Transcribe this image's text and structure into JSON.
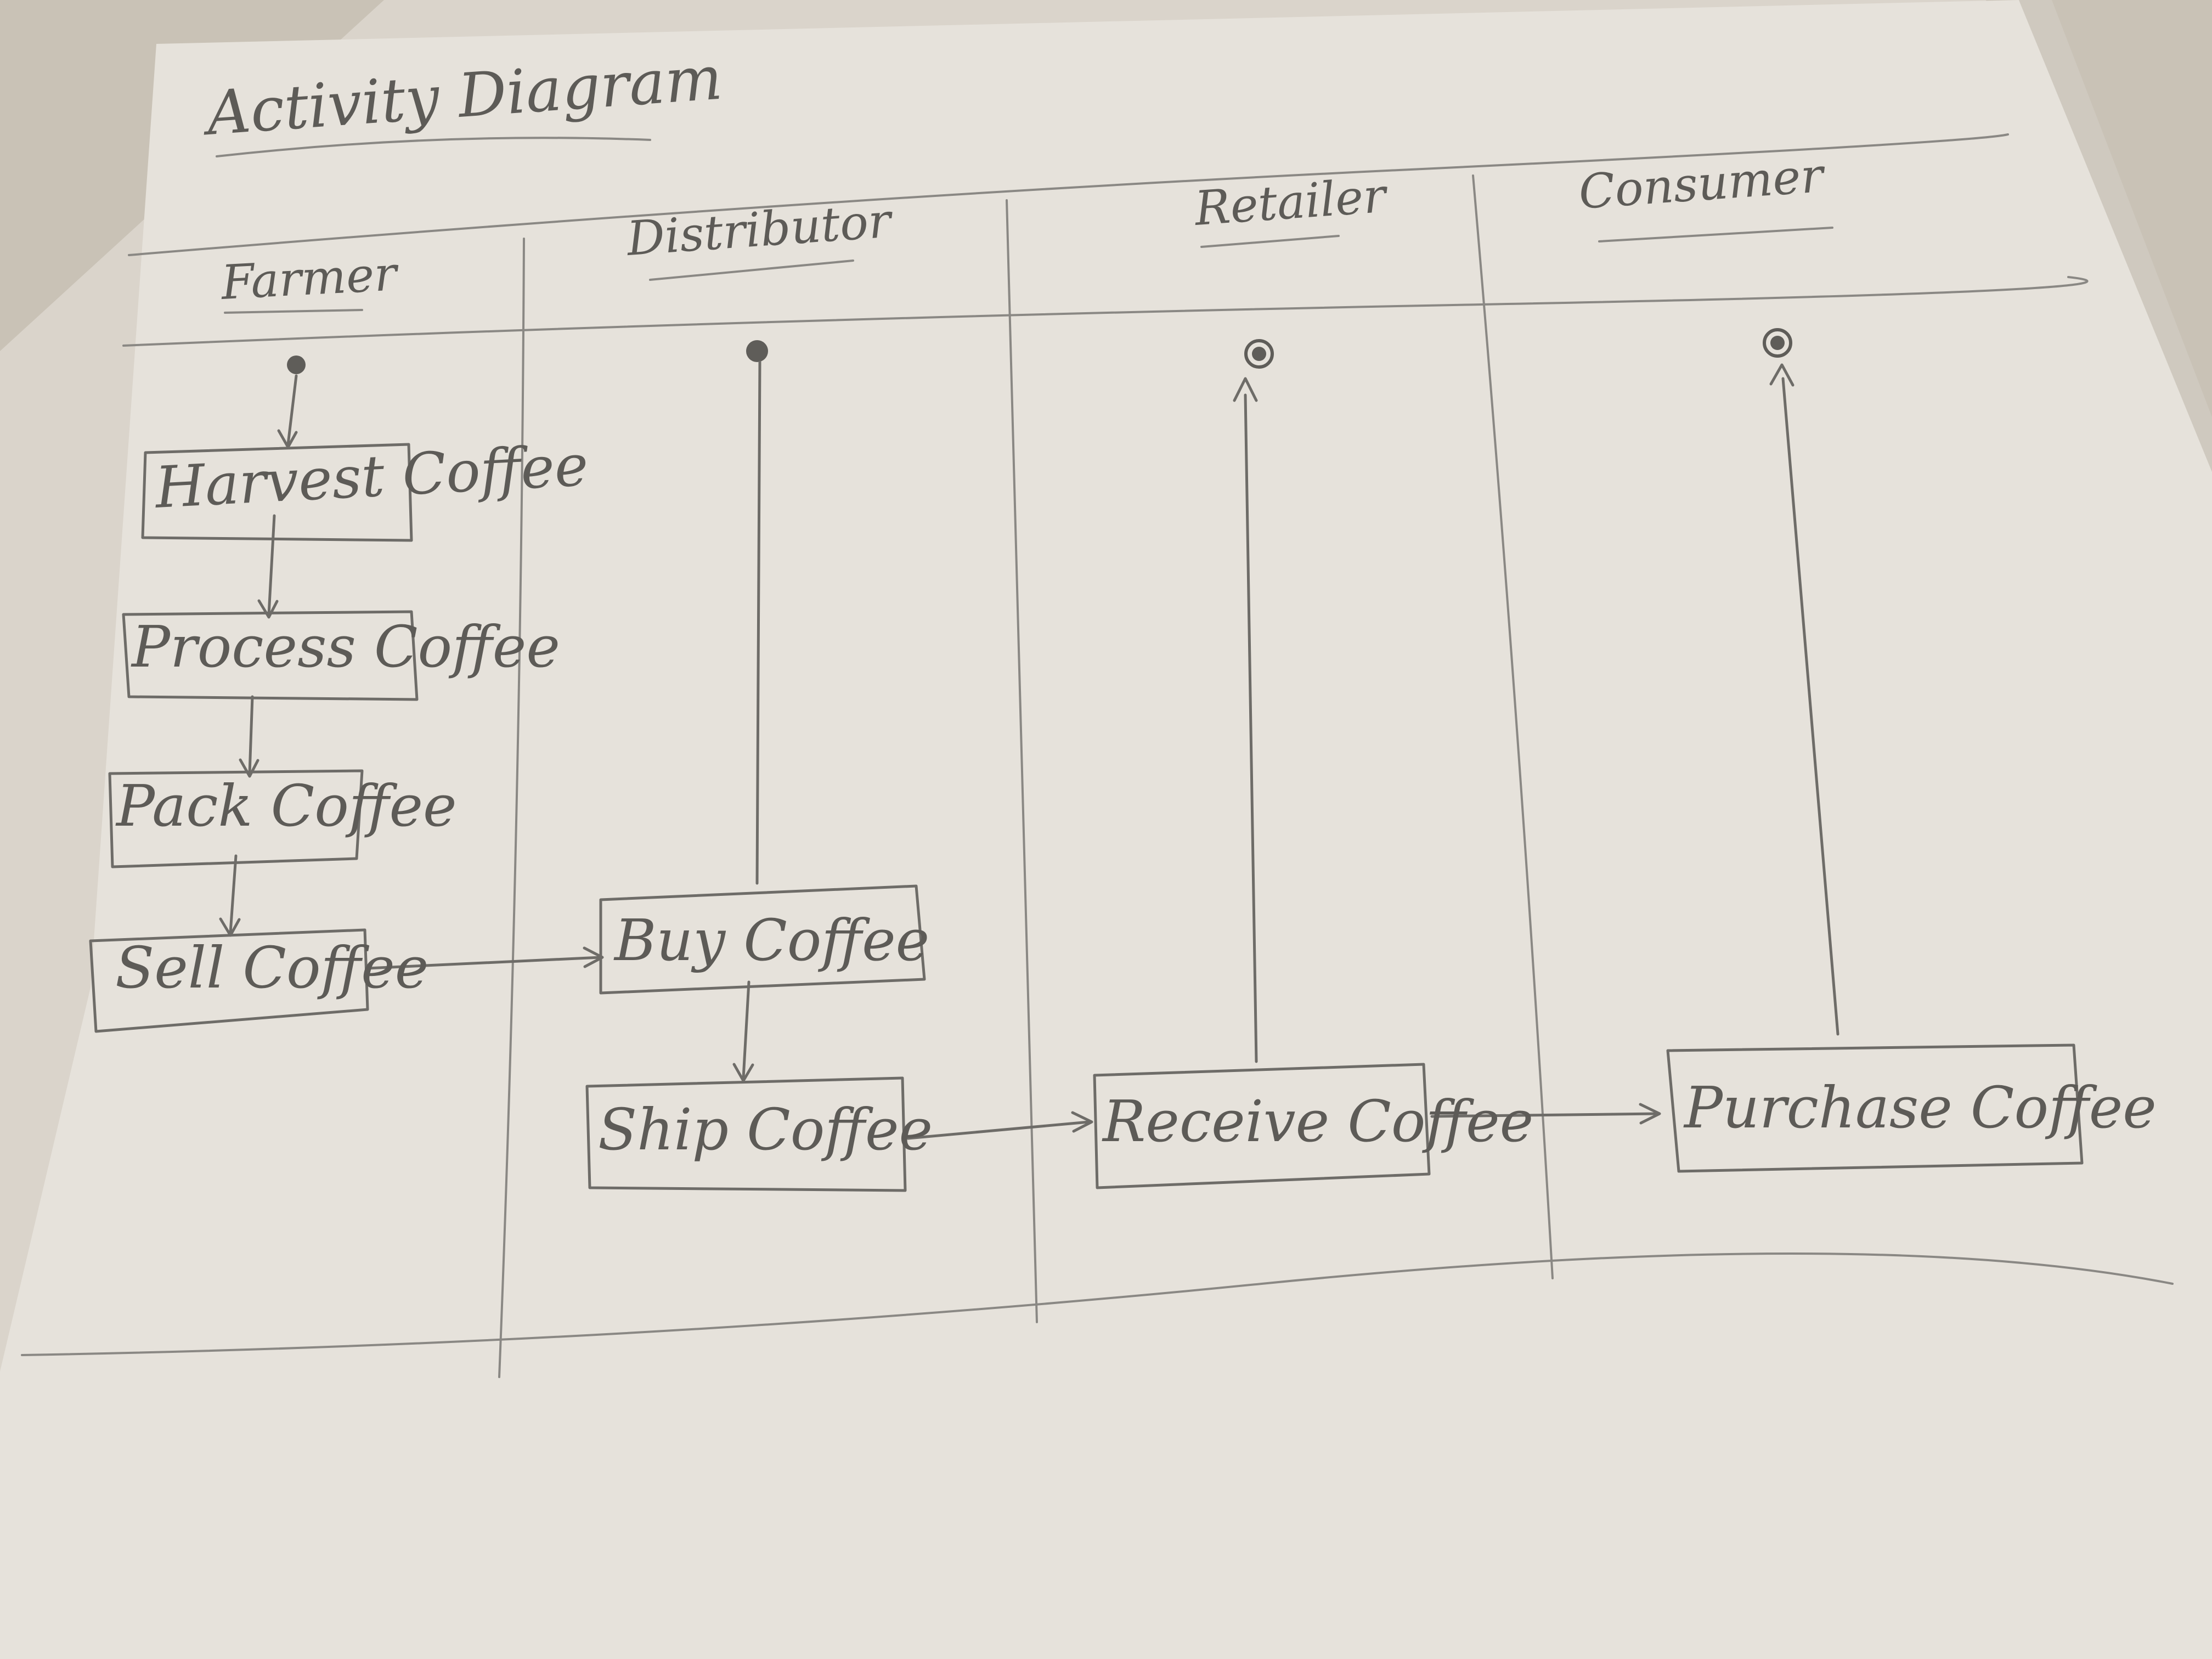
{
  "diagram": {
    "title": "Activity Diagram",
    "lanes": [
      {
        "id": "farmer",
        "label": "Farmer"
      },
      {
        "id": "distributor",
        "label": "Distributor"
      },
      {
        "id": "retailer",
        "label": "Retailer"
      },
      {
        "id": "consumer",
        "label": "Consumer"
      }
    ],
    "activities": [
      {
        "id": "harvest",
        "lane": "farmer",
        "label": "Harvest Coffee"
      },
      {
        "id": "process",
        "lane": "farmer",
        "label": "Process Coffee"
      },
      {
        "id": "pack",
        "lane": "farmer",
        "label": "Pack Coffee"
      },
      {
        "id": "sell",
        "lane": "farmer",
        "label": "Sell Coffee"
      },
      {
        "id": "buy",
        "lane": "distributor",
        "label": "Buy Coffee"
      },
      {
        "id": "ship",
        "lane": "distributor",
        "label": "Ship Coffee"
      },
      {
        "id": "receive",
        "lane": "retailer",
        "label": "Receive Coffee"
      },
      {
        "id": "purchase",
        "lane": "consumer",
        "label": "Purchase Coffee"
      }
    ],
    "edges": [
      {
        "from": "start-farmer",
        "to": "harvest"
      },
      {
        "from": "harvest",
        "to": "process"
      },
      {
        "from": "process",
        "to": "pack"
      },
      {
        "from": "pack",
        "to": "sell"
      },
      {
        "from": "sell",
        "to": "buy"
      },
      {
        "from": "start-distributor",
        "to": "buy"
      },
      {
        "from": "buy",
        "to": "ship"
      },
      {
        "from": "ship",
        "to": "receive"
      },
      {
        "from": "receive",
        "to": "start-retailer"
      },
      {
        "from": "receive",
        "to": "purchase"
      },
      {
        "from": "purchase",
        "to": "start-consumer"
      }
    ]
  }
}
